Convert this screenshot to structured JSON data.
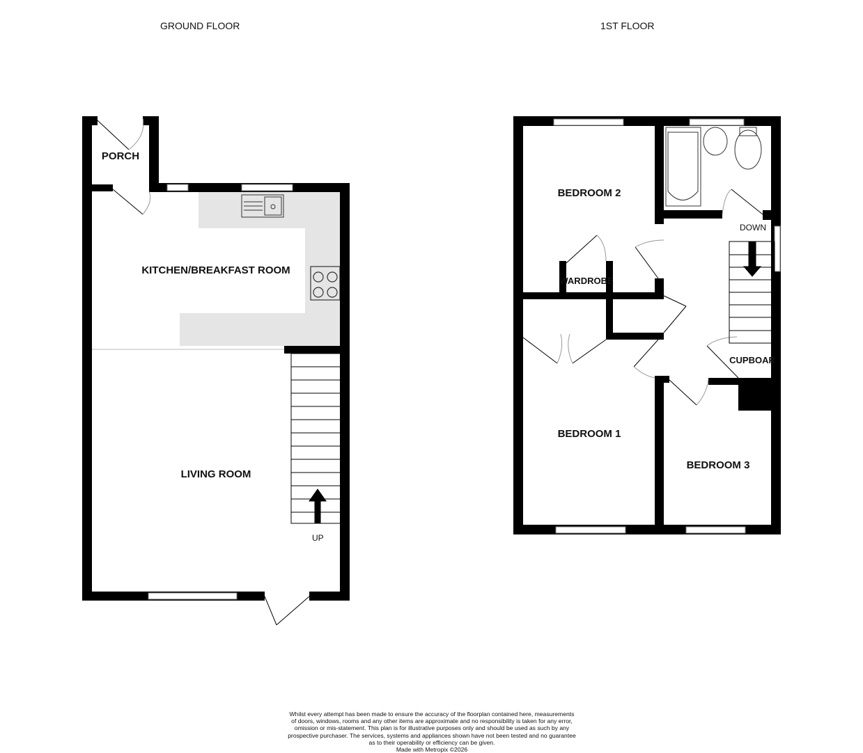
{
  "ground_floor": {
    "title": "GROUND FLOOR",
    "rooms": {
      "porch": "PORCH",
      "kitchen": "KITCHEN/BREAKFAST ROOM",
      "living": "LIVING ROOM"
    },
    "stairs_label": "UP"
  },
  "first_floor": {
    "title": "1ST FLOOR",
    "rooms": {
      "bedroom2": "BEDROOM 2",
      "wardrobe": "WARDROBE",
      "bedroom1": "BEDROOM 1",
      "bedroom3": "BEDROOM 3",
      "cupboard": "CUPBOAR"
    },
    "stairs_label": "DOWN"
  },
  "disclaimer": {
    "lines": [
      "Whilst every attempt has been made to ensure the accuracy of the floorplan contained here, measurements",
      "of doors, windows, rooms and any other items are approximate and no responsibility is taken for any error,",
      "omission or mis-statement. This plan is for illustrative purposes only and should be used as such by any",
      "prospective purchaser. The services, systems and appliances shown have not been tested and no guarantee",
      "as to their operability or efficiency can be given."
    ],
    "credit": "Made with Metropix ©2026"
  },
  "colors": {
    "wall": "#000000",
    "counter": "#e5e5e5",
    "background": "#ffffff"
  }
}
